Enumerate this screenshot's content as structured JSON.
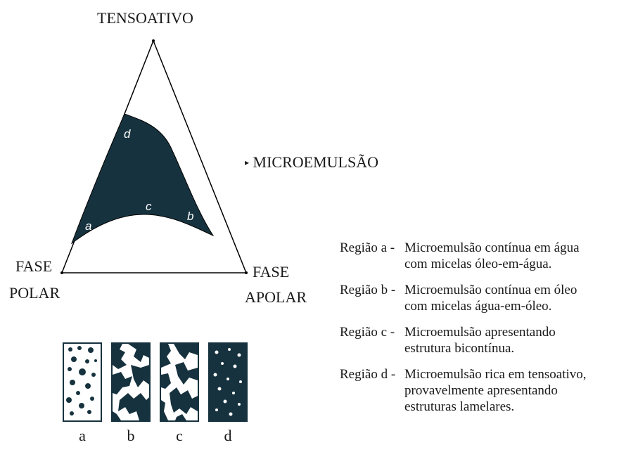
{
  "vertices": {
    "top": "TENSOATIVO",
    "left_line1": "FASE",
    "left_line2": "POLAR",
    "right_line1": "FASE",
    "right_line2": "APOLAR"
  },
  "region_letters": {
    "a": "a",
    "b": "b",
    "c": "c",
    "d": "d"
  },
  "microemulsion_label": "MICROEMULSÃO",
  "legend": [
    {
      "term": "Região a -",
      "line1": "Microemulsão contínua em água",
      "line2": "com micelas óleo-em-água."
    },
    {
      "term": "Região b -",
      "line1": "Microemulsão contínua em óleo",
      "line2": "com micelas água-em-óleo."
    },
    {
      "term": "Região c -",
      "line1": "Microemulsão apresentando",
      "line2": "estrutura bicontínua."
    },
    {
      "term": "Região d -",
      "line1": "Microemulsão rica em tensoativo,",
      "line2": "provavelmente apresentando",
      "line3": "estruturas lamelares."
    }
  ],
  "structure_labels": [
    "a",
    "b",
    "c",
    "d"
  ],
  "colors": {
    "region_fill": "#16323e",
    "outline": "#000000",
    "background": "#ffffff"
  }
}
